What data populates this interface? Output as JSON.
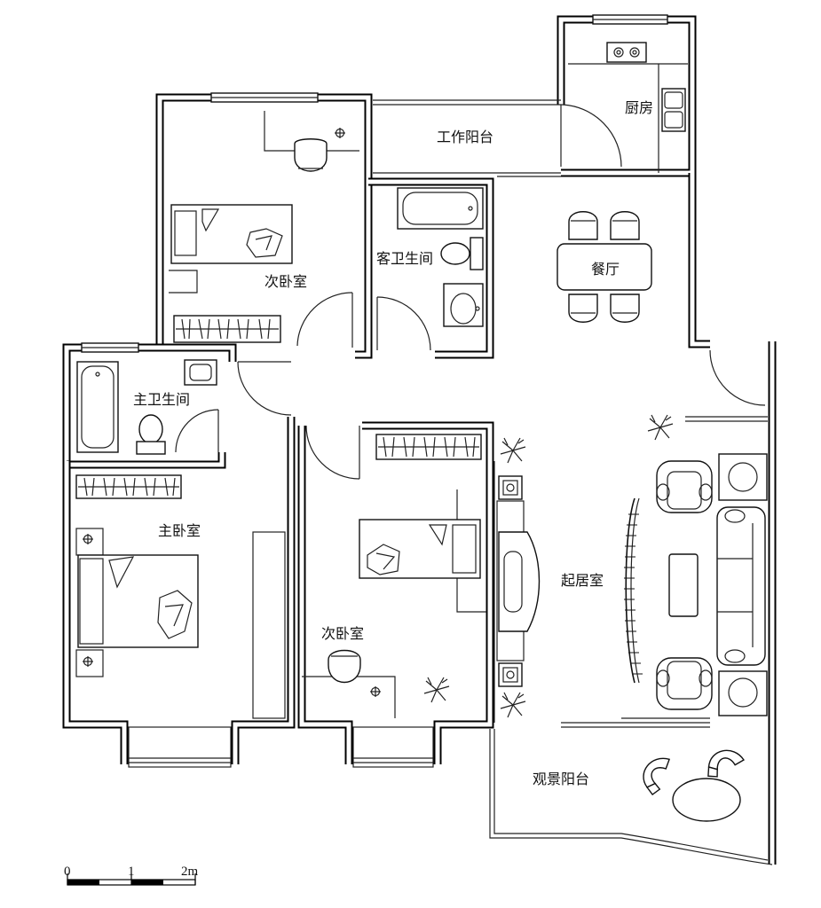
{
  "rooms": {
    "kitchen": "厨房",
    "work_balcony": "工作阳台",
    "dining": "餐厅",
    "guest_bath": "客卫生间",
    "second_bedroom_top": "次卧室",
    "master_bath": "主卫生间",
    "master_bedroom": "主卧室",
    "second_bedroom_bottom": "次卧室",
    "living_room": "起居室",
    "view_balcony": "观景阳台"
  },
  "scale_bar": {
    "tick_0": "0",
    "tick_1": "1",
    "tick_2": "2m"
  }
}
